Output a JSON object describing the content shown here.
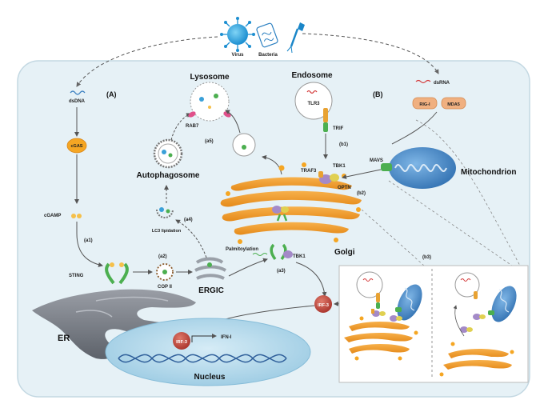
{
  "top": {
    "virus": "Virus",
    "bacteria": "Bacteria"
  },
  "panels": {
    "a": "(A)",
    "b": "(B)",
    "b3": "(b3)"
  },
  "steps": {
    "a1": "(a1)",
    "a2": "(a2)",
    "a3": "(a3)",
    "a4": "(a4)",
    "a5": "(a5)",
    "b1": "(b1)",
    "b2": "(b2)"
  },
  "labels": {
    "dsdna": "dsDNA",
    "cgas": "cGAS",
    "cgamp": "cGAMP",
    "sting": "STING",
    "er": "ER",
    "copii": "COP II",
    "ergic": "ERGIC",
    "lc3": "LC3 lipidation",
    "autophagosome": "Autophagosome",
    "lysosome": "Lysosome",
    "rab7": "RAB7",
    "endosome": "Endosome",
    "tlr3": "TLR3",
    "trif": "TRIF",
    "dsrna": "dsRNA",
    "rigi": "RIG-I",
    "mda5": "MDA5",
    "mavs": "MAVS",
    "mitochondrion": "Mitochondrion",
    "tbk1_top": "TBK1",
    "traf3": "TRAF3",
    "optn": "OPTN",
    "golgi": "Golgi",
    "palmitoylation": "Palmitoylation",
    "tbk1_golgi": "TBK1",
    "irf3_cyto": "IRF-3",
    "irf3_nuc": "IRF-3",
    "ifn": "IFN-I",
    "nucleus": "Nucleus"
  }
}
